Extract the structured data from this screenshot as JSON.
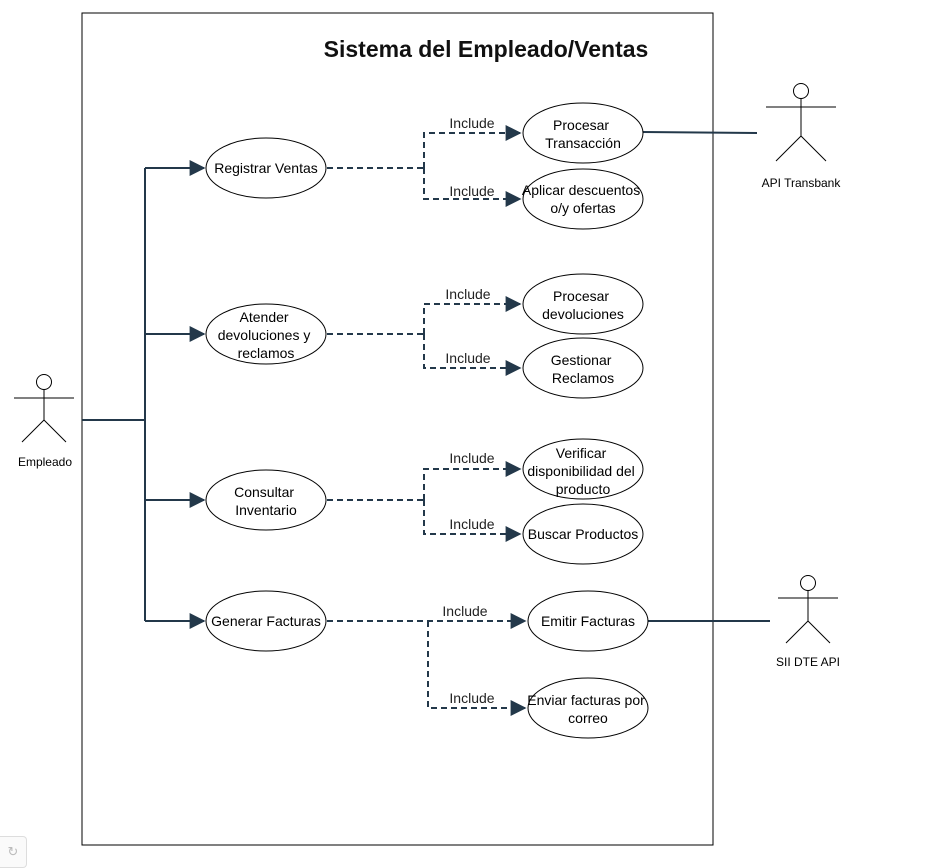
{
  "diagram": {
    "title": "Sistema del Empleado/Ventas",
    "include_label": "Include",
    "actors": {
      "empleado": "Empleado",
      "transbank": "API Transbank",
      "sii": "SII DTE API"
    },
    "use_cases": {
      "registrar": [
        "Registrar Ventas"
      ],
      "atender": [
        "Atender",
        "devoluciones y",
        "reclamos"
      ],
      "consultar": [
        "Consultar",
        "Inventario"
      ],
      "generar": [
        "Generar Facturas"
      ],
      "procesar_tx": [
        "Procesar",
        "Transacción"
      ],
      "descuentos": [
        "Aplicar descuentos",
        "o/y ofertas"
      ],
      "procesar_dev": [
        "Procesar",
        "devoluciones"
      ],
      "reclamos": [
        "Gestionar",
        "Reclamos"
      ],
      "verificar": [
        "Verificar",
        "disponibilidad del",
        "producto"
      ],
      "buscar": [
        "Buscar Productos"
      ],
      "emitir": [
        "Emitir Facturas"
      ],
      "enviar": [
        "Enviar facturas por",
        "correo"
      ]
    },
    "colors": {
      "connector": "#23384a",
      "outline": "#000000",
      "background": "#ffffff"
    }
  },
  "ui": {
    "refresh_icon": "refresh-icon",
    "refresh_glyph": "↻"
  }
}
